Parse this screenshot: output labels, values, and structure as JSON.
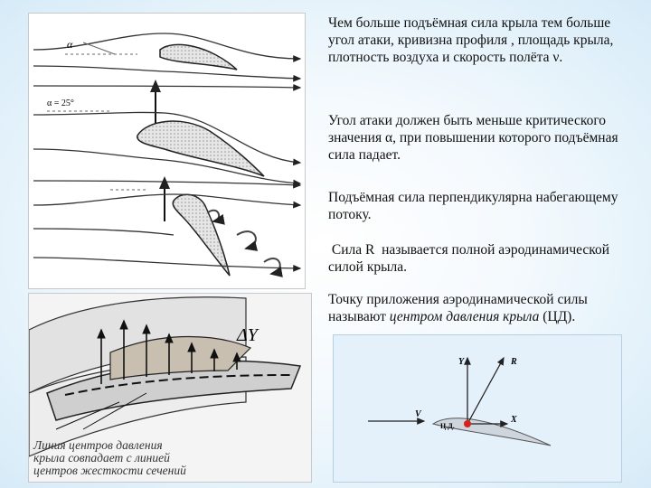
{
  "airfoil_panel": {
    "alpha_label": "α",
    "alpha_25_label": "α = 25°"
  },
  "wing_panel": {
    "delta_label": "ΔY",
    "caption_line1": "Линия центров давления",
    "caption_line2": "крыла совпадает с линией",
    "caption_line3": "центров жесткости сечений"
  },
  "force_panel": {
    "y_label": "Y",
    "r_label": "R",
    "v_label": "V",
    "x_label": "X",
    "cd_label": "Ц.Д."
  },
  "text": {
    "p1": "Чем больше подъёмная сила крыла тем больше угол атаки, кривизна профиля , площадь крыла, плотность воздуха и скорость полёта ν.",
    "p2": "Угол атаки должен быть меньше критического значения α, при повышении которого подъёмная сила падает.",
    "p3": "Подъёмная сила перпендикулярна набегающему потоку.",
    "p4": " Сила R  называется полной аэродинамической силой крыла.",
    "p5_start": "Точку приложения аэродинамической силы называют ",
    "p5_em": "центром давления крыла",
    "p5_end": " (ЦД)."
  },
  "colors": {
    "point_red": "#d8201c",
    "airfoil_fill": "#d9d9d9"
  }
}
